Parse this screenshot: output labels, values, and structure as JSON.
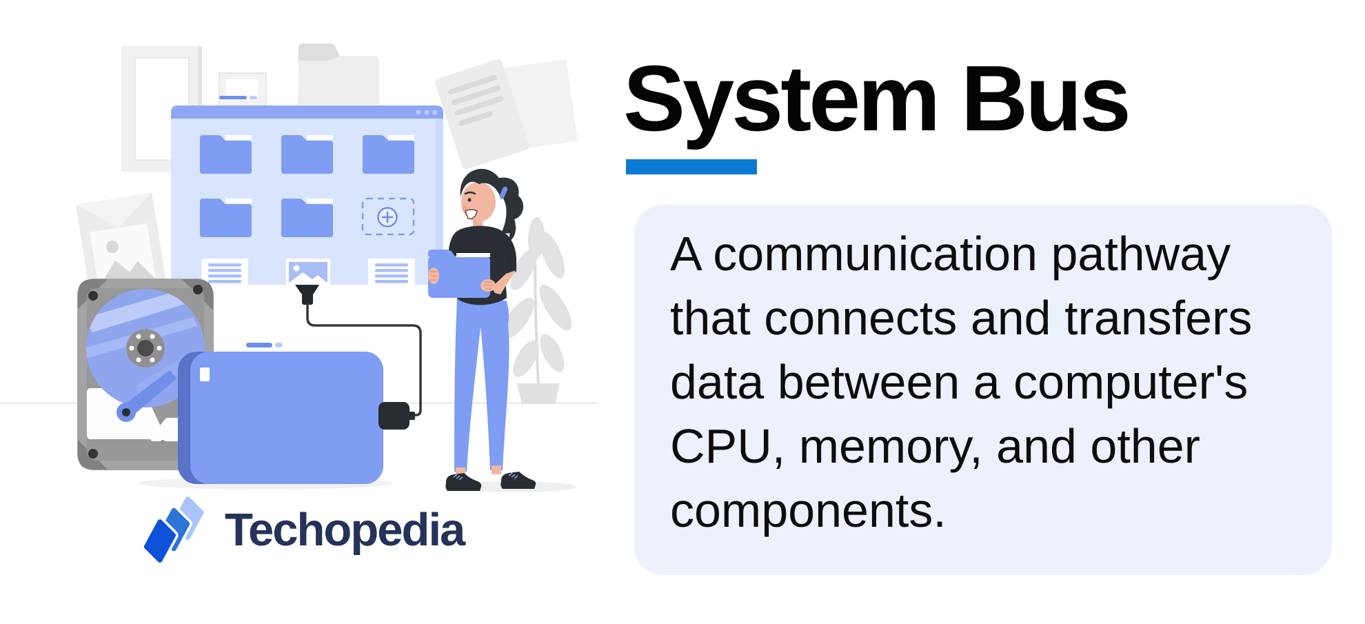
{
  "header": {
    "title": "System Bus",
    "accent_color": "#0c79d2"
  },
  "definition_card": {
    "text": "A communication pathway\nthat connects and transfers\ndata between a computer's\nCPU, memory, and other\ncomponents.",
    "background": "#edf1fb",
    "text_color": "#0d0d0d"
  },
  "brand": {
    "name": "Techopedia",
    "text_color": "#25335a",
    "logo_blue_dark": "#0d52d9",
    "logo_blue_mid": "#2d74d7",
    "logo_blue_light": "#a9c4f8"
  },
  "illustration": {
    "icons": [
      "file-browser-window-icon",
      "folder-icon",
      "add-folder-dropzone-icon",
      "plus-icon",
      "text-file-icon",
      "image-file-icon",
      "hard-disk-drive-icon",
      "external-drive-icon",
      "usb-cable-icon",
      "potted-plant-icon",
      "woman-holding-folder-illustration"
    ],
    "palette": {
      "window_header": "#8ea6f4",
      "window_body": "#d9e4fd",
      "folder_blue": "#7e9df3",
      "drive_blue": "#7e9df3",
      "drive_edge": "#5a72c8",
      "hdd_gray": "#a3a3a3",
      "platter_blue": "#8fa6ef",
      "cable_dark": "#33383d",
      "shirt_dark": "#2b2f35",
      "skin": "#f2b7a1",
      "background_gray": "#ececec"
    }
  }
}
